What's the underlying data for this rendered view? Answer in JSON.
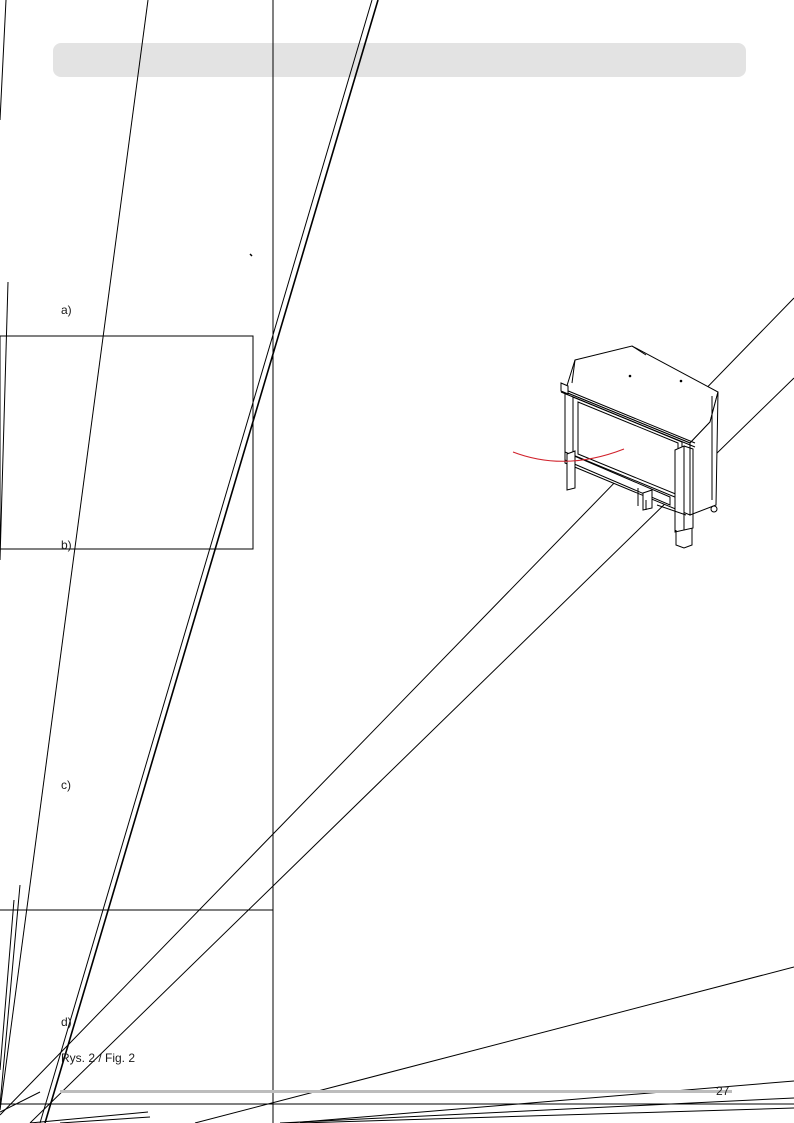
{
  "labels": {
    "a": "a)",
    "b": "b)",
    "c": "c)",
    "d": "d)"
  },
  "caption": "Rys. 2 / Fig. 2",
  "page_number": "27",
  "colors": {
    "header_bar": "#e3e3e3",
    "line": "#000000",
    "accent_arc": "#d0202a",
    "footer_rule": "#bdbdbd"
  }
}
